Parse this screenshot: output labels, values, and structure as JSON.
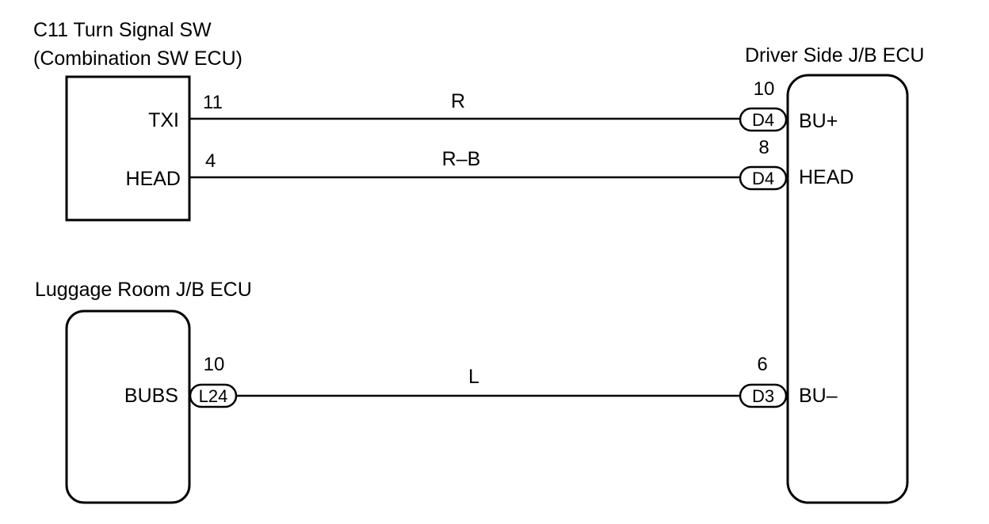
{
  "components": {
    "turn_signal_sw": {
      "title_line1": "C11 Turn Signal SW",
      "title_line2": "(Combination SW ECU)",
      "terminals": [
        "TXI",
        "HEAD"
      ]
    },
    "driver_jb_ecu": {
      "title": "Driver Side J/B ECU",
      "terminals": [
        "BU+",
        "HEAD",
        "BU–"
      ]
    },
    "luggage_jb_ecu": {
      "title": "Luggage Room J/B ECU",
      "terminals": [
        "BUBS"
      ]
    }
  },
  "wires": [
    {
      "from_pin": "11",
      "to_pin": "10",
      "color": "R",
      "connector_to": "D4"
    },
    {
      "from_pin": "4",
      "to_pin": "8",
      "color": "R–B",
      "connector_to": "D4"
    },
    {
      "from_pin": "10",
      "to_pin": "6",
      "color": "L",
      "connector_from": "L24",
      "connector_to": "D3"
    }
  ]
}
